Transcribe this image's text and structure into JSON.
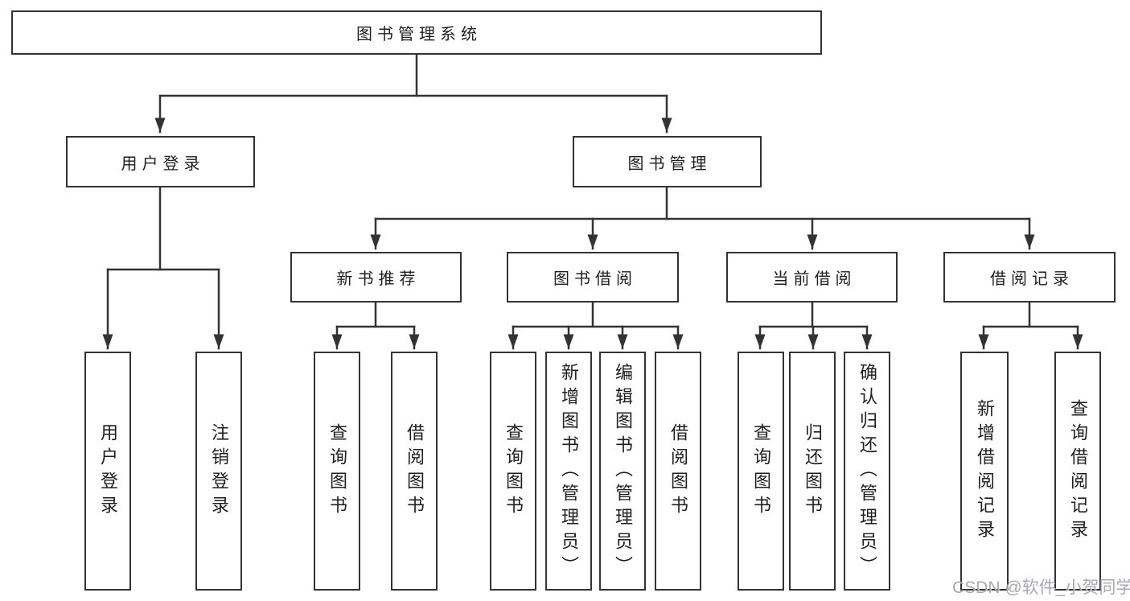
{
  "diagram": {
    "title": "图书管理系统",
    "colors": {
      "line": "#333333",
      "box_border": "#333333",
      "text": "#1f1f1f",
      "background": "#ffffff",
      "watermark_text": "#969aa2"
    },
    "watermark": "CSDN @软件_小贺同学",
    "nodes": {
      "root": {
        "label": "图书管理系统"
      },
      "user_login": {
        "label": "用户登录"
      },
      "book_mgmt": {
        "label": "图书管理"
      },
      "new_book_rec": {
        "label": "新书推荐"
      },
      "book_borrow": {
        "label": "图书借阅"
      },
      "current_borrow": {
        "label": "当前借阅"
      },
      "borrow_records": {
        "label": "借阅记录"
      },
      "leaf_user_login": {
        "label": "用户登录"
      },
      "leaf_logout": {
        "label": "注销登录"
      },
      "leaf_nb_query": {
        "label": "查询图书"
      },
      "leaf_nb_borrow": {
        "label": "借阅图书"
      },
      "leaf_bb_query": {
        "label": "查询图书"
      },
      "leaf_bb_add": {
        "label": "新增图书（管理员）"
      },
      "leaf_bb_edit": {
        "label": "编辑图书（管理员）"
      },
      "leaf_bb_borrow": {
        "label": "借阅图书"
      },
      "leaf_cb_query": {
        "label": "查询图书"
      },
      "leaf_cb_return": {
        "label": "归还图书"
      },
      "leaf_cb_confirm": {
        "label": "确认归还（管理员）"
      },
      "leaf_br_add": {
        "label": "新增借阅记录"
      },
      "leaf_br_query": {
        "label": "查询借阅记录"
      }
    },
    "edges": [
      {
        "from": "root",
        "to": "user_login"
      },
      {
        "from": "root",
        "to": "book_mgmt"
      },
      {
        "from": "user_login",
        "to": "leaf_user_login"
      },
      {
        "from": "user_login",
        "to": "leaf_logout"
      },
      {
        "from": "book_mgmt",
        "to": "new_book_rec"
      },
      {
        "from": "book_mgmt",
        "to": "book_borrow"
      },
      {
        "from": "book_mgmt",
        "to": "current_borrow"
      },
      {
        "from": "book_mgmt",
        "to": "borrow_records"
      },
      {
        "from": "new_book_rec",
        "to": "leaf_nb_query"
      },
      {
        "from": "new_book_rec",
        "to": "leaf_nb_borrow"
      },
      {
        "from": "book_borrow",
        "to": "leaf_bb_query"
      },
      {
        "from": "book_borrow",
        "to": "leaf_bb_add"
      },
      {
        "from": "book_borrow",
        "to": "leaf_bb_edit"
      },
      {
        "from": "book_borrow",
        "to": "leaf_bb_borrow"
      },
      {
        "from": "current_borrow",
        "to": "leaf_cb_query"
      },
      {
        "from": "current_borrow",
        "to": "leaf_cb_return"
      },
      {
        "from": "current_borrow",
        "to": "leaf_cb_confirm"
      },
      {
        "from": "borrow_records",
        "to": "leaf_br_add"
      },
      {
        "from": "borrow_records",
        "to": "leaf_br_query"
      }
    ]
  }
}
